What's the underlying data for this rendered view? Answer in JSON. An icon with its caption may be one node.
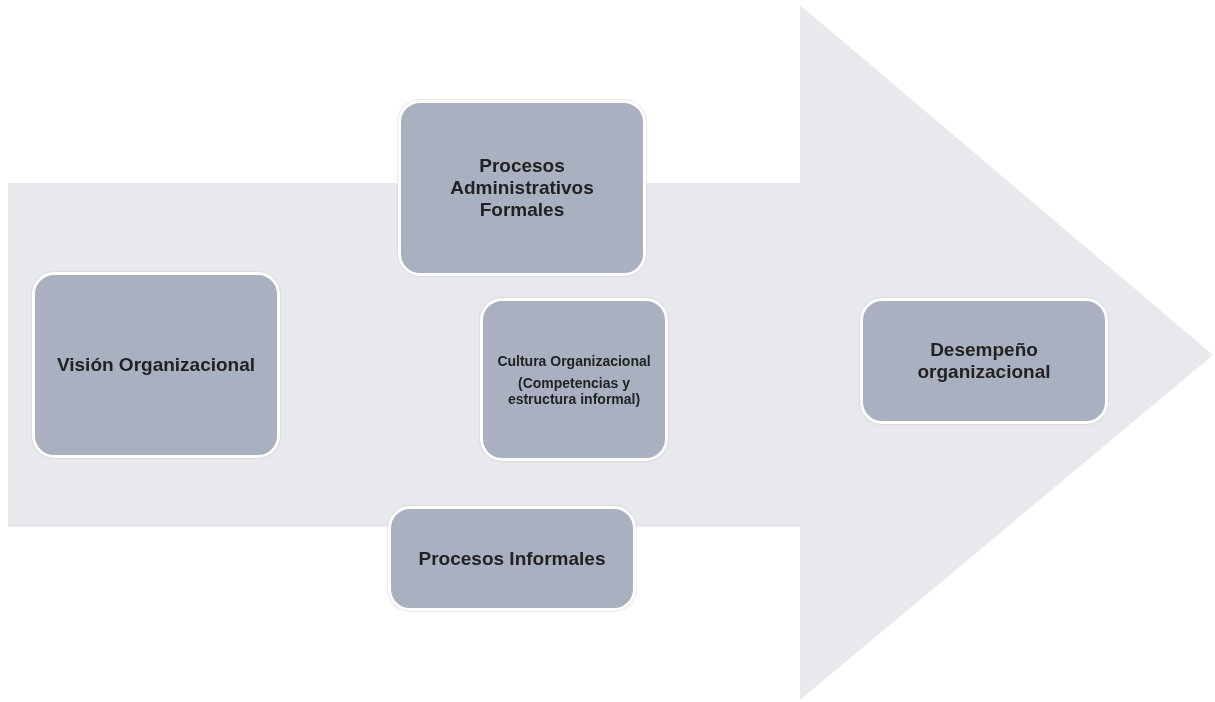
{
  "diagram": {
    "nodes": [
      {
        "text": [],
        "shape": "arrow"
      },
      {
        "text": [
          "Procesos Administrativos Formales"
        ],
        "in": 0
      },
      {
        "text": [
          "Visión Organizacional"
        ],
        "in": 0
      },
      {
        "text": [
          "Cultura Organizacional",
          "(Competencias y estructura informal)"
        ],
        "in": 0
      },
      {
        "text": [
          "Desempeño organizacional"
        ],
        "in": 0
      },
      {
        "text": [
          "Procesos Informales"
        ],
        "in": 0
      }
    ],
    "edges": []
  }
}
